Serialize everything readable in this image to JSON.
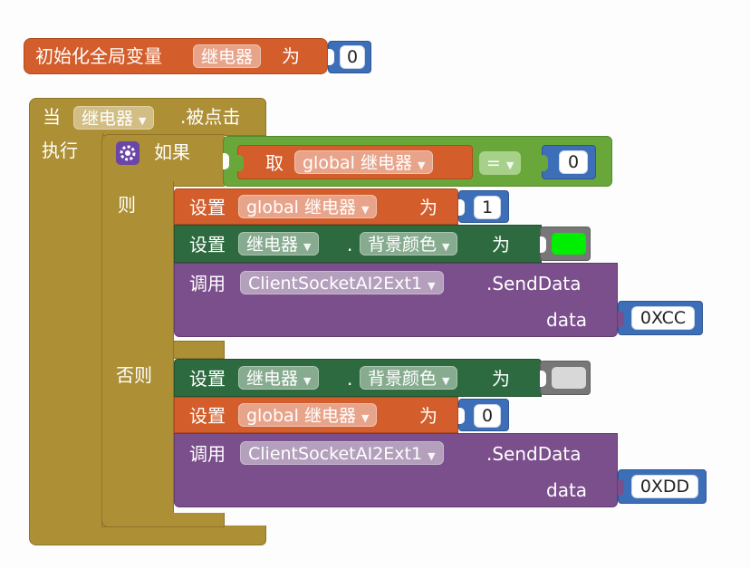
{
  "init_block": {
    "label": "初始化全局变量",
    "var_name": "继电器",
    "to_label": "为",
    "value": "0"
  },
  "event_block": {
    "when_label": "当",
    "component": "继电器",
    "event": ".被点击",
    "do_label": "执行"
  },
  "if_block": {
    "if_label": "如果",
    "then_label": "则",
    "else_label": "否则",
    "condition": {
      "get_label": "取",
      "var": "global 继电器",
      "operator": "=",
      "value": "0"
    }
  },
  "then_branch": {
    "set_var": {
      "set_label": "设置",
      "var": "global 继电器",
      "to_label": "为",
      "value": "1"
    },
    "set_color": {
      "set_label": "设置",
      "component": "继电器",
      "dot": ".",
      "property": "背景颜色",
      "to_label": "为",
      "color": "#00ee00"
    },
    "call": {
      "call_label": "调用",
      "component": "ClientSocketAI2Ext1",
      "method": ".SendData",
      "param_label": "data",
      "param_value": "0XCC"
    }
  },
  "else_branch": {
    "set_color": {
      "set_label": "设置",
      "component": "继电器",
      "dot": ".",
      "property": "背景颜色",
      "to_label": "为",
      "color": "#d8d8d8"
    },
    "set_var": {
      "set_label": "设置",
      "var": "global 继电器",
      "to_label": "为",
      "value": "0"
    },
    "call": {
      "call_label": "调用",
      "component": "ClientSocketAI2Ext1",
      "method": ".SendData",
      "param_label": "data",
      "param_value": "0XDD"
    }
  },
  "colors": {
    "variables": "#d35d2b",
    "events": "#ad8f35",
    "control": "#6aa73a",
    "properties": "#2e6a3f",
    "methods": "#7b4f8c",
    "text_math": "#3d6fb8"
  },
  "icons": {
    "mutator": "gear-icon",
    "dropdown": "chevron-down-icon"
  }
}
